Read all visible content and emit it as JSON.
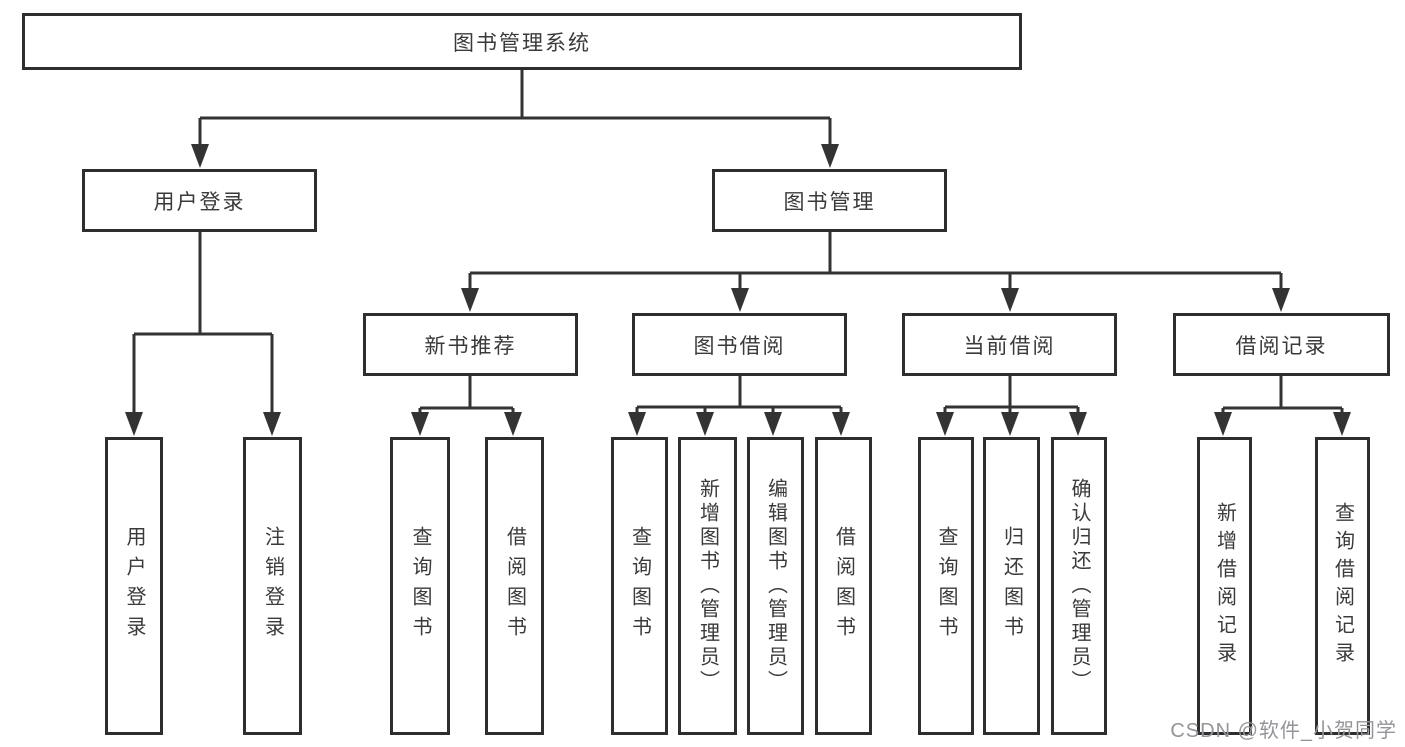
{
  "tree": {
    "root": "图书管理系统",
    "nodes": [
      {
        "label": "用户登录",
        "children": [
          "用户登录",
          "注销登录"
        ]
      },
      {
        "label": "图书管理",
        "children": [
          {
            "label": "新书推荐",
            "children": [
              "查询图书",
              "借阅图书"
            ]
          },
          {
            "label": "图书借阅",
            "children": [
              "查询图书",
              "新增图书（管理员）",
              "编辑图书（管理员）",
              "借阅图书"
            ]
          },
          {
            "label": "当前借阅",
            "children": [
              "查询图书",
              "归还图书",
              "确认归还（管理员）"
            ]
          },
          {
            "label": "借阅记录",
            "children": [
              "新增借阅记录",
              "查询借阅记录"
            ]
          }
        ]
      }
    ]
  },
  "watermark": {
    "text": "CSDN @软件_小贺同学"
  },
  "colors": {
    "line": "#333333",
    "box_border": "#2e2e2e",
    "text": "#3a3a3a",
    "watermark": "#949499",
    "background": "#ffffff"
  }
}
